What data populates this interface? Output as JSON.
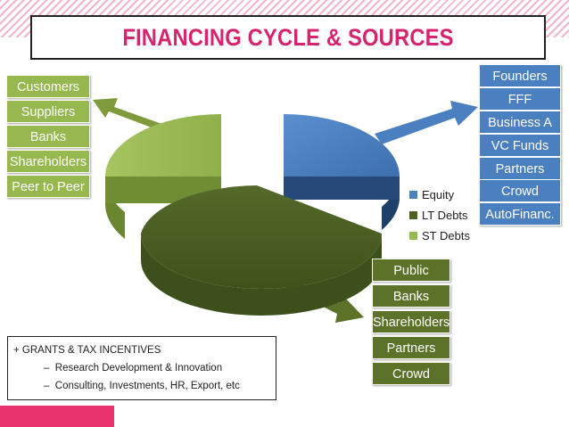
{
  "title": "FINANCING CYCLE & SOURCES",
  "left_sources": [
    "Customers",
    "Suppliers",
    "Banks",
    "Shareholders",
    "Peer to Peer"
  ],
  "right_sources": [
    "Founders",
    "FFF",
    "Business A",
    "VC Funds",
    "Partners",
    "Crowd",
    "AutoFinanc."
  ],
  "bottom_sources": [
    "Public",
    "Banks",
    "Shareholders",
    "Partners",
    "Crowd"
  ],
  "legend": [
    {
      "label": "Equity",
      "color": "#4a7fc0"
    },
    {
      "label": "LT Debts",
      "color": "#4e6220"
    },
    {
      "label": "ST Debts",
      "color": "#97b74f"
    }
  ],
  "note": {
    "heading": "+ GRANTS & TAX INCENTIVES",
    "items": [
      "Research Development & Innovation",
      "Consulting, Investments, HR, Export, etc"
    ]
  },
  "colors": {
    "title": "#d6246f",
    "accent_bar": "#e8336d",
    "equity": "#4a7fc0",
    "lt_debts": "#4e6220",
    "st_debts": "#97b74f"
  }
}
